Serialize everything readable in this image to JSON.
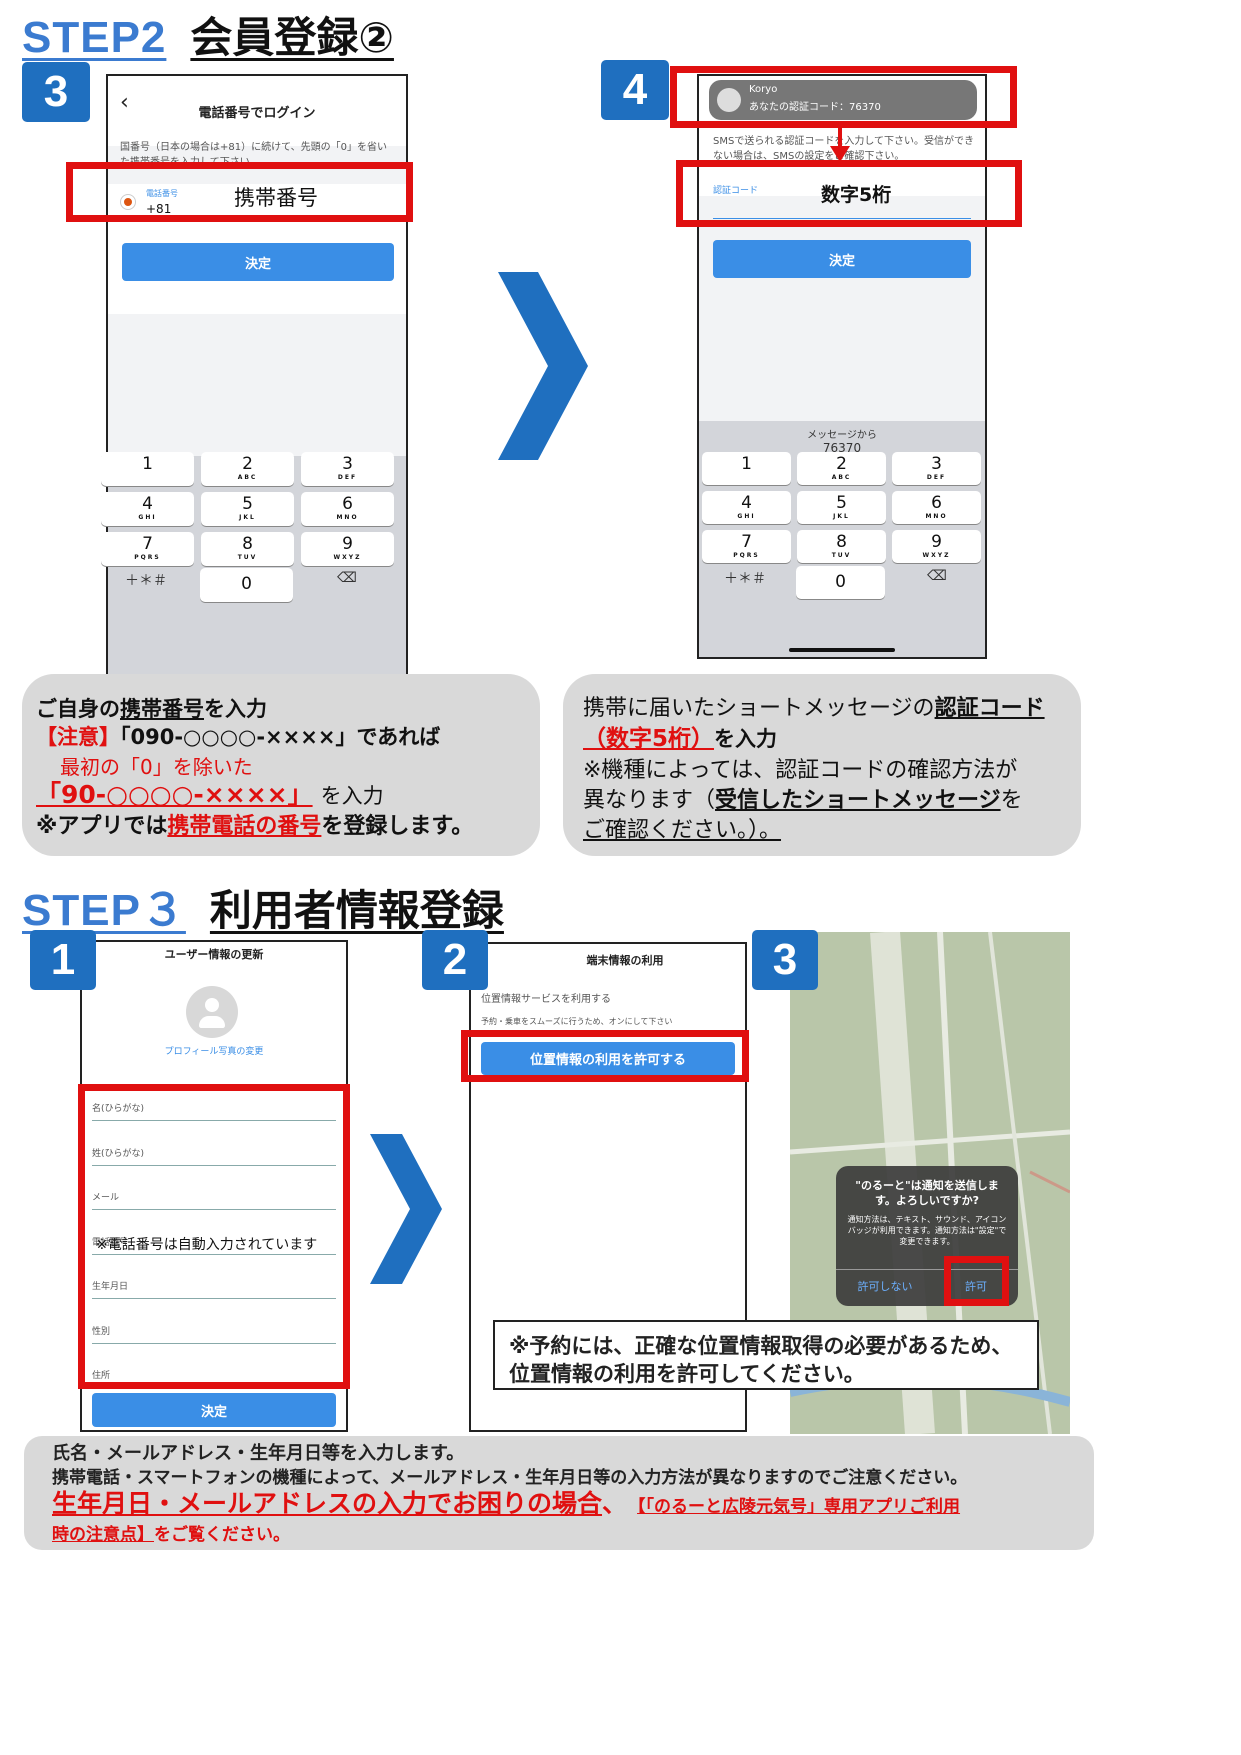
{
  "step2": {
    "num": "STEP2",
    "title": "会員登録②"
  },
  "step3": {
    "num": "STEP３",
    "title": "利用者情報登録"
  },
  "s2p3": {
    "badge": "3",
    "header": "電話番号でログイン",
    "instruction": "国番号（日本の場合は+81）に続けて、先頭の「0」を省いた携帯番号を入力して下さい。",
    "field_label": "電話番号",
    "country_code": "+81",
    "overlay": "携帯番号",
    "button": "決定"
  },
  "s2p4": {
    "badge": "4",
    "notif_app": "Koryo",
    "notif_text": "あなたの認証コード：76370",
    "instruction": "SMSで送られる認証コードを入力して下さい。受信ができない場合は、SMSの設定をご確認下さい。",
    "field_label": "認証コード",
    "overlay": "数字5桁",
    "button": "決定",
    "suggest_from": "メッセージから",
    "suggest_code": "76370"
  },
  "keypad": [
    {
      "d": "1",
      "l": ""
    },
    {
      "d": "2",
      "l": "ABC"
    },
    {
      "d": "3",
      "l": "DEF"
    },
    {
      "d": "4",
      "l": "GHI"
    },
    {
      "d": "5",
      "l": "JKL"
    },
    {
      "d": "6",
      "l": "MNO"
    },
    {
      "d": "7",
      "l": "PQRS"
    },
    {
      "d": "8",
      "l": "TUV"
    },
    {
      "d": "9",
      "l": "WXYZ"
    }
  ],
  "keypad_bottom": {
    "symbols": "＋＊＃",
    "zero": "0",
    "delete": "⌫"
  },
  "note_left": {
    "l1_a": "ご自身の",
    "l1_b": "携帯番号",
    "l1_c": "を入力",
    "l2_a": "【注意】",
    "l2_b": "「090-○○○○-××××」であれば",
    "l3": "最初の「0」を除いた",
    "l4_a": "「90-○○○○-××××」",
    "l4_b": "を入力",
    "l5_a": "※アプリでは",
    "l5_b": "携帯電話の番号",
    "l5_c": "を登録します。"
  },
  "note_right": {
    "l1_a": "携帯に届いたショートメッセージの",
    "l1_b": "認証コード",
    "l2_a": "（数字5桁）",
    "l2_b": "を入力",
    "l3": "※機種によっては、認証コードの確認方法が",
    "l4_a": "異なります（",
    "l4_b": "受信したショートメッセージ",
    "l4_c": "を",
    "l5": "ご確認ください。）。"
  },
  "s3p1": {
    "badge": "1",
    "header": "ユーザー情報の更新",
    "photo_change": "プロフィール写真の変更",
    "fields": [
      "名(ひらがな)",
      "姓(ひらがな)",
      "メール",
      "電話番号",
      "生年月日",
      "性別",
      "住所"
    ],
    "phone_note": "※電話番号は自動入力されています",
    "button": "決定"
  },
  "s3p2": {
    "badge": "2",
    "header": "端末情報の利用",
    "line1": "位置情報サービスを利用する",
    "line2": "予約・乗車をスムーズに行うため、オンにして下さい",
    "button": "位置情報の利用を許可する"
  },
  "s3p3": {
    "badge": "3",
    "dialog_title": "\"のるーと\"は通知を送信します。よろしいですか?",
    "dialog_body": "通知方法は、テキスト、サウンド、アイコンバッジが利用できます。通知方法は\"設定\"で変更できます。",
    "deny": "許可しない",
    "allow": "許可"
  },
  "callout": {
    "l1": "※予約には、正確な位置情報取得の必要があるため、",
    "l2": "位置情報の利用を許可してください。"
  },
  "bottom": {
    "l1": "氏名・メールアドレス・生年月日等を入力します。",
    "l2": "携帯電話・スマートフォンの機種によって、メールアドレス・生年月日等の入力方法が異なりますのでご注意ください。",
    "l3_a": "生年月日・メールアドレスの入力でお困りの場合",
    "l3_b": "、",
    "l3_c": "【「のるーと広陵元気号」専用アプリご利用",
    "l4_a": "時の注意点】",
    "l4_b": "をご覧ください。"
  },
  "colors": {
    "accent_blue": "#1f6fbf",
    "button_blue": "#3a8ee6",
    "highlight_red": "#e01010",
    "note_gray": "#d9d9d9"
  }
}
